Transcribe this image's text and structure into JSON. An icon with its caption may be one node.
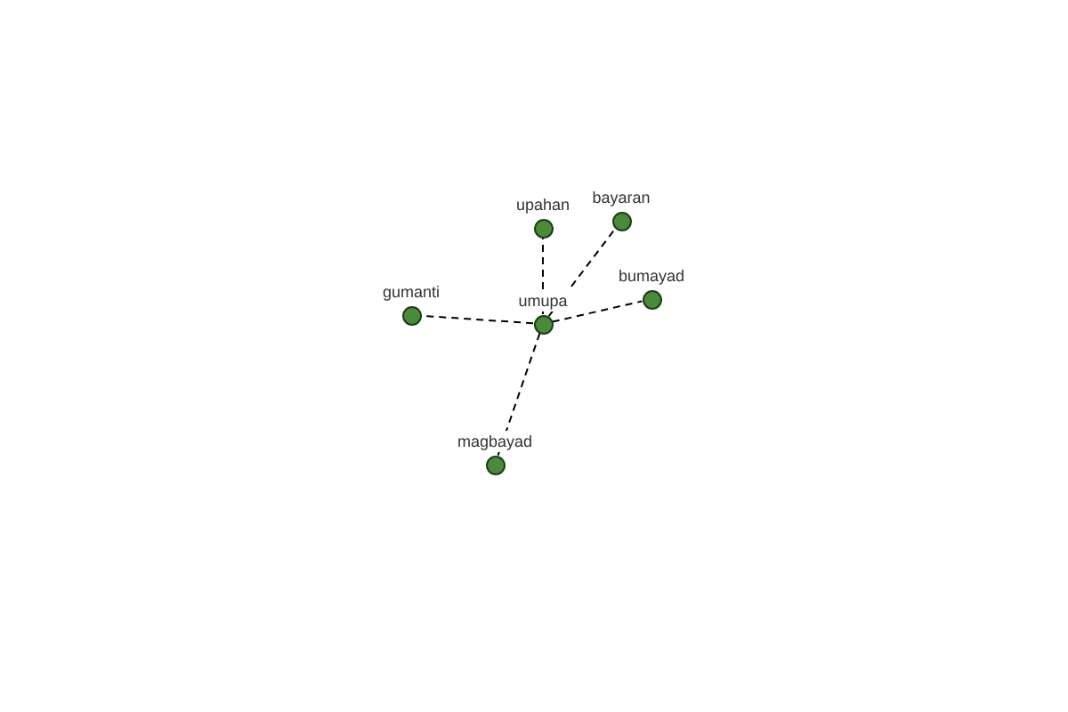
{
  "diagram": {
    "nodes": [
      {
        "text": [
          "umupa"
        ]
      },
      {
        "text": [
          "upahan"
        ]
      },
      {
        "text": [
          "bayaran"
        ]
      },
      {
        "text": [
          "bumayad"
        ]
      },
      {
        "text": [
          "gumanti"
        ]
      },
      {
        "text": [
          "magbayad"
        ]
      }
    ],
    "edges": [
      {
        "from": 0,
        "to": 1,
        "arrow": "none",
        "style": "dashed"
      },
      {
        "from": 0,
        "to": 2,
        "arrow": "none",
        "style": "dashed"
      },
      {
        "from": 0,
        "to": 3,
        "arrow": "none",
        "style": "dashed"
      },
      {
        "from": 0,
        "to": 4,
        "arrow": "none",
        "style": "dashed"
      },
      {
        "from": 0,
        "to": 5,
        "arrow": "none",
        "style": "dashed"
      }
    ]
  }
}
